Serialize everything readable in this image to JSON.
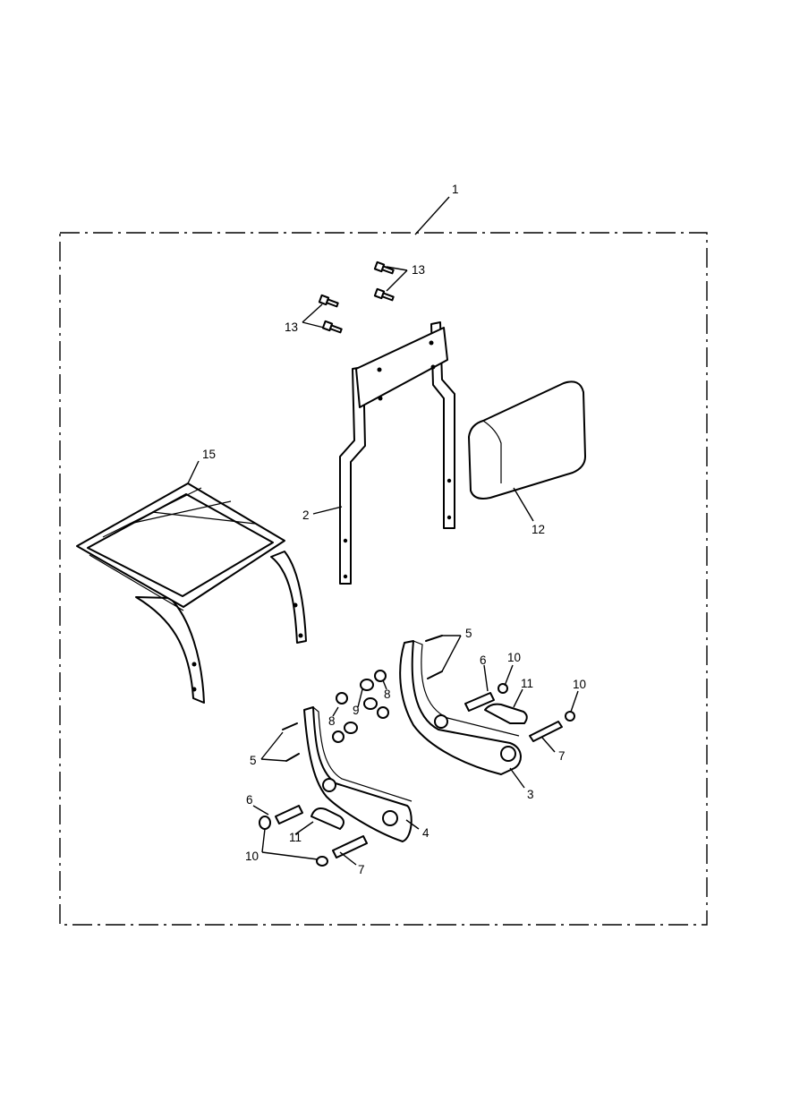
{
  "callouts": {
    "c1": "1",
    "c2": "2",
    "c3": "3",
    "c4": "4",
    "c5a": "5",
    "c5b": "5",
    "c6a": "6",
    "c6b": "6",
    "c7a": "7",
    "c7b": "7",
    "c8a": "8",
    "c8b": "8",
    "c9": "9",
    "c10a": "10",
    "c10b": "10",
    "c10c": "10",
    "c11a": "11",
    "c11b": "11",
    "c12": "12",
    "c13a": "13",
    "c13b": "13",
    "c15": "15"
  }
}
